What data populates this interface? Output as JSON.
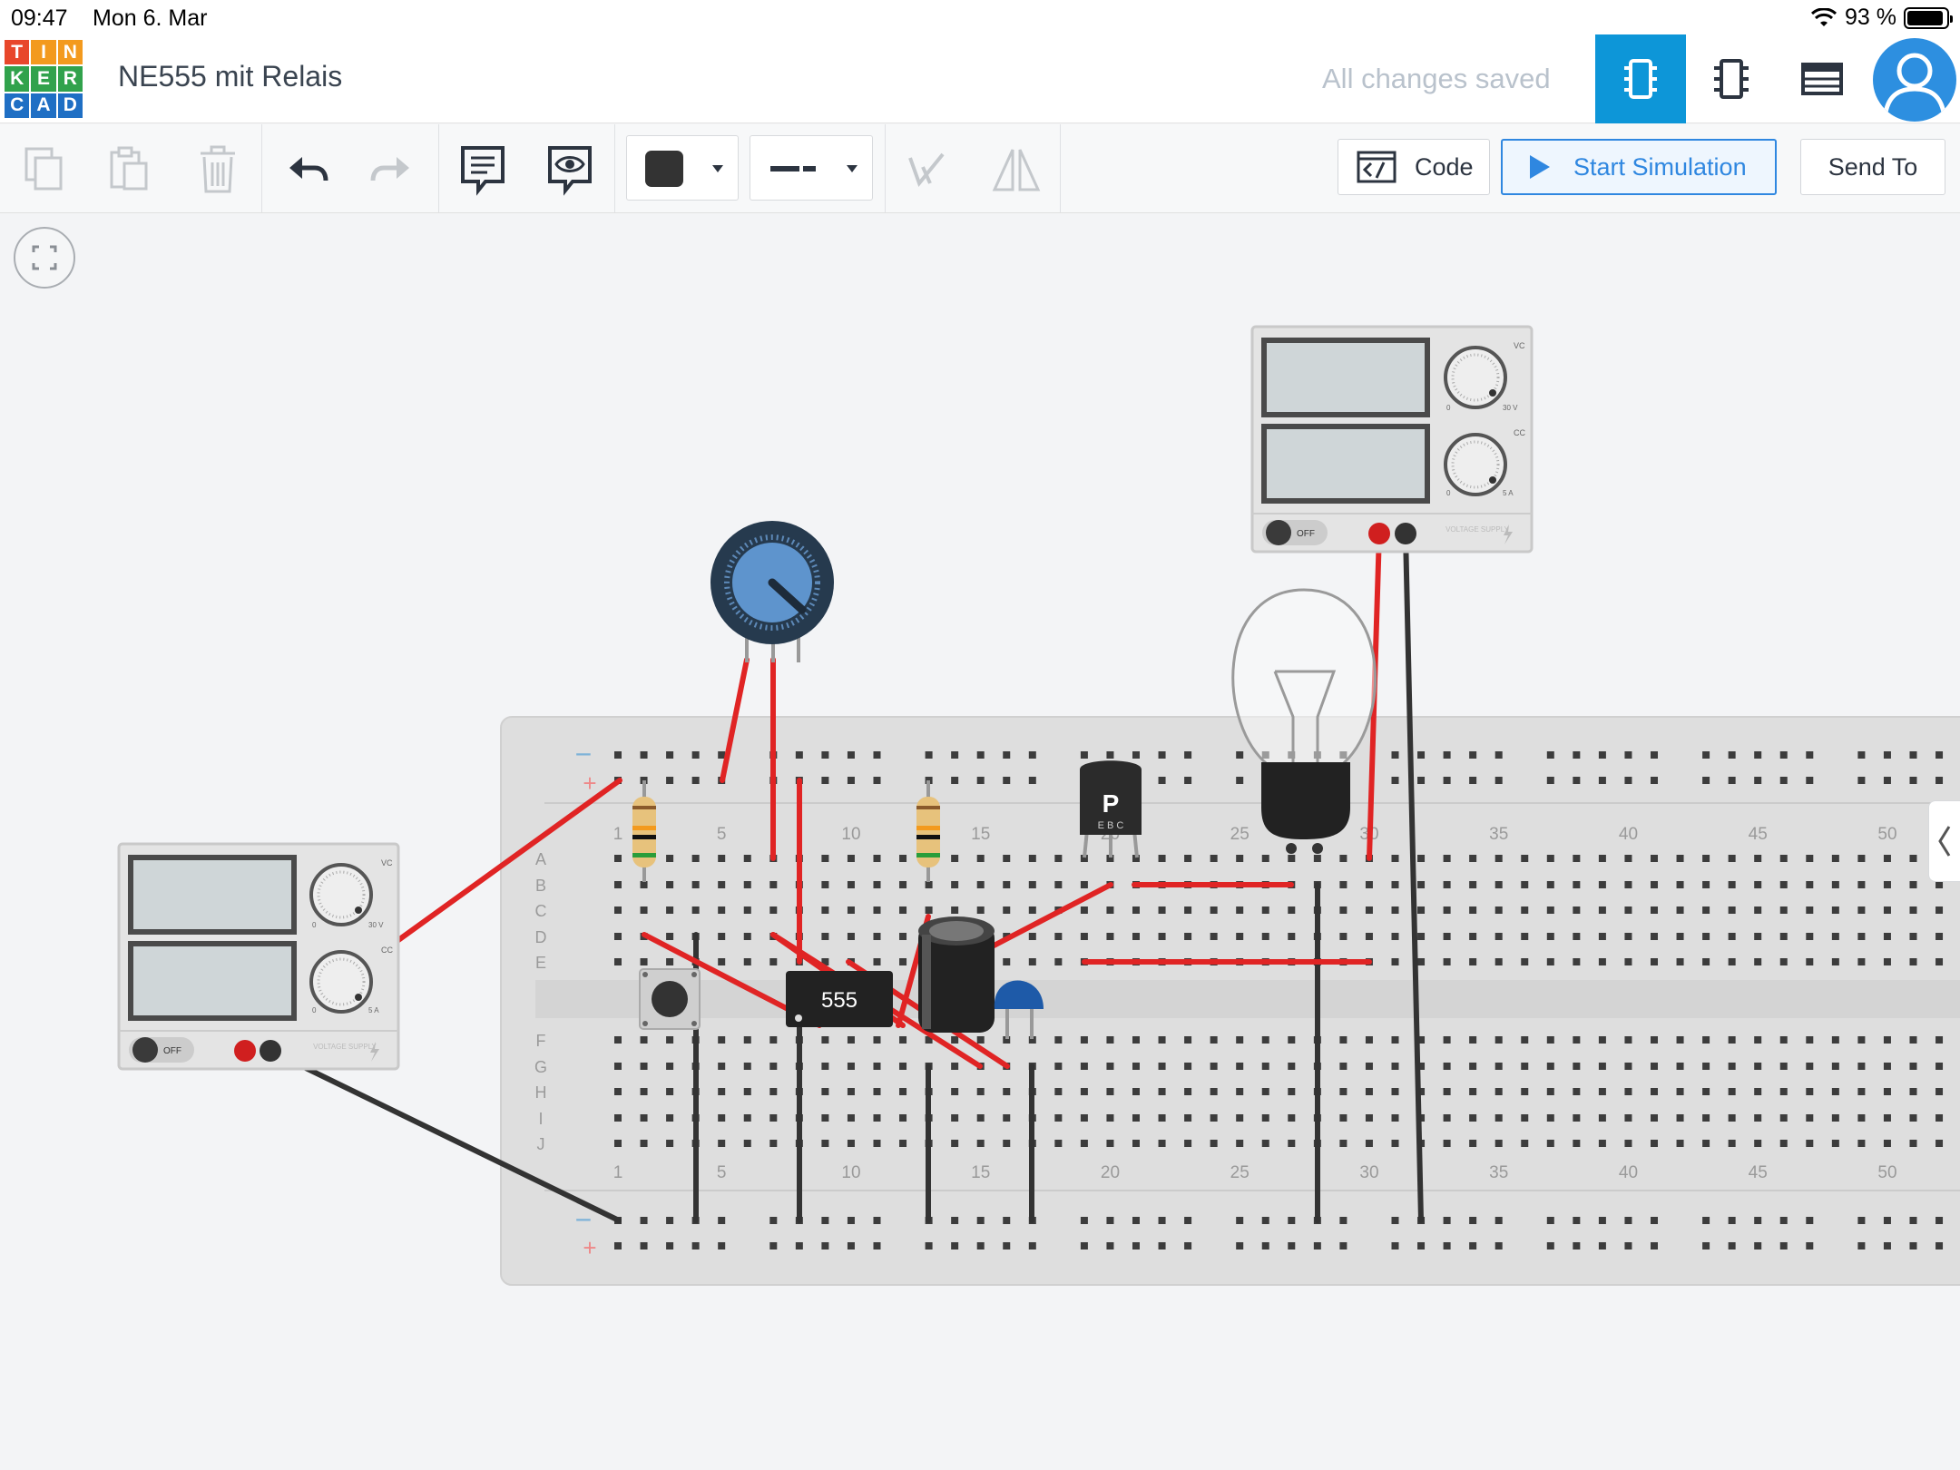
{
  "status_bar": {
    "time": "09:47",
    "date": "Mon 6. Mar",
    "battery": "93 %"
  },
  "header": {
    "logo": [
      "T",
      "I",
      "N",
      "K",
      "E",
      "R",
      "C",
      "A",
      "D"
    ],
    "project_name": "NE555 mit Relais",
    "save_status": "All changes saved",
    "views": [
      "circuit-view-icon",
      "component-list-icon",
      "schematic-list-icon"
    ],
    "avatar": "user-avatar-icon"
  },
  "toolbar": {
    "code_label": "Code",
    "simulate_label": "Start Simulation",
    "send_label": "Send To"
  },
  "colors": {
    "accent": "#0d96d8",
    "wire_red": "#e02424",
    "wire_black": "#333333",
    "breadboard": "#dedede",
    "background": "#f3f4f6"
  },
  "breadboard": {
    "column_labels": [
      "1",
      "5",
      "10",
      "15",
      "20",
      "25",
      "30",
      "35",
      "40",
      "45",
      "50"
    ],
    "row_labels_top": [
      "A",
      "B",
      "C",
      "D",
      "E"
    ],
    "row_labels_bottom": [
      "F",
      "G",
      "H",
      "I",
      "J"
    ],
    "rail_minus": "−",
    "rail_plus": "+"
  },
  "components": {
    "ic_label": "555",
    "transistor_label": "P",
    "transistor_pins": "E  B  C",
    "supply_switch": "OFF",
    "supply_vc": "VC",
    "supply_cc": "CC",
    "supply_v_min": "0",
    "supply_v_max": "30 V",
    "supply_a_min": "0",
    "supply_a_max": "5 A",
    "supply_brand": "VOLTAGE SUPPLY"
  }
}
